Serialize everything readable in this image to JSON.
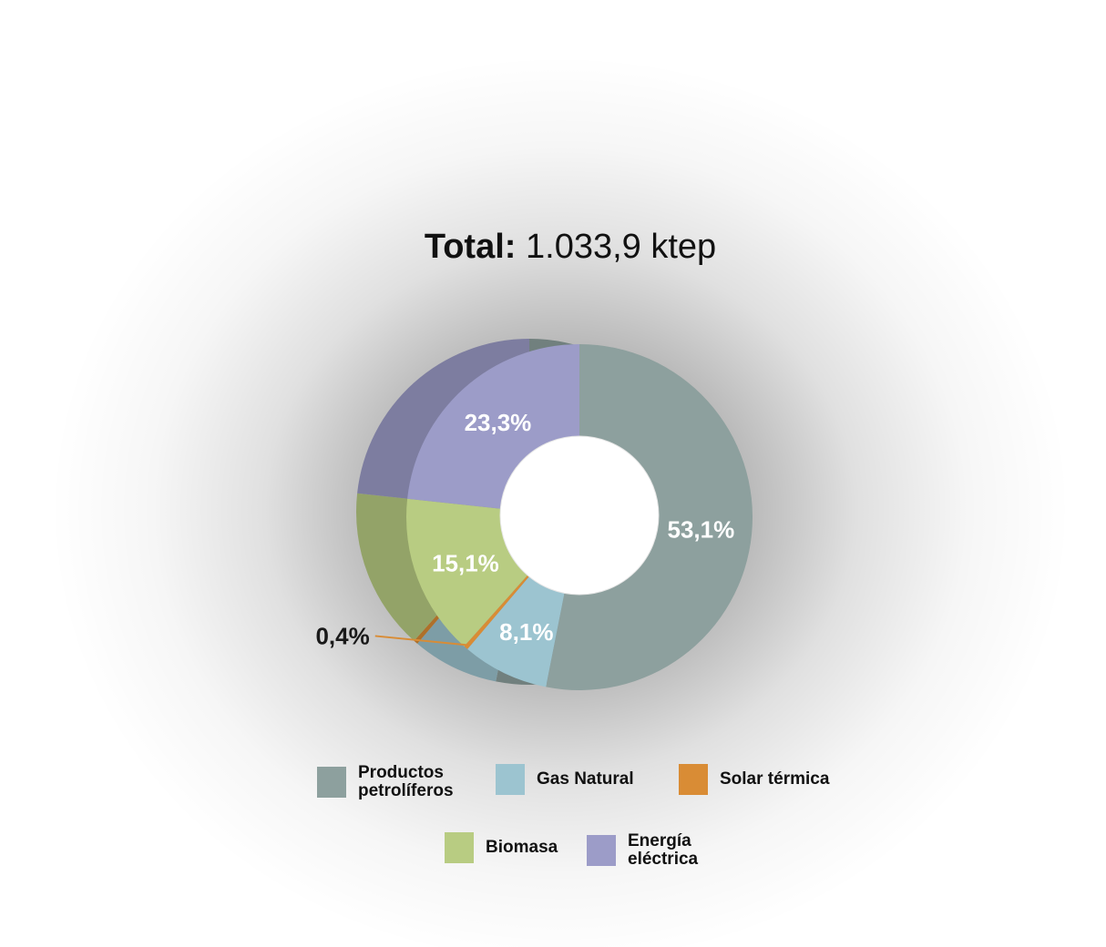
{
  "title": {
    "label": "Total:",
    "value": "1.033,9 ktep"
  },
  "chart_data": {
    "type": "pie",
    "title": "Total: 1.033,9 ktep",
    "categories": [
      "Productos petrolíferos",
      "Gas Natural",
      "Solar térmica",
      "Biomasa",
      "Energía eléctrica"
    ],
    "values": [
      53.1,
      8.1,
      0.4,
      15.1,
      23.3
    ],
    "labels": [
      "53,1%",
      "8,1%",
      "0,4%",
      "15,1%",
      "23,3%"
    ],
    "colors": [
      "#8da09e",
      "#9cc4d0",
      "#d98c35",
      "#b8cc82",
      "#9c9cc8"
    ],
    "legend_position": "bottom"
  },
  "legend": [
    {
      "name": "Productos petrolíferos",
      "color": "#8da09e"
    },
    {
      "name": "Gas Natural",
      "color": "#9cc4d0"
    },
    {
      "name": "Solar térmica",
      "color": "#d98c35"
    },
    {
      "name": "Biomasa",
      "color": "#b8cc82"
    },
    {
      "name": "Energía eléctrica",
      "color": "#9c9cc8"
    }
  ]
}
